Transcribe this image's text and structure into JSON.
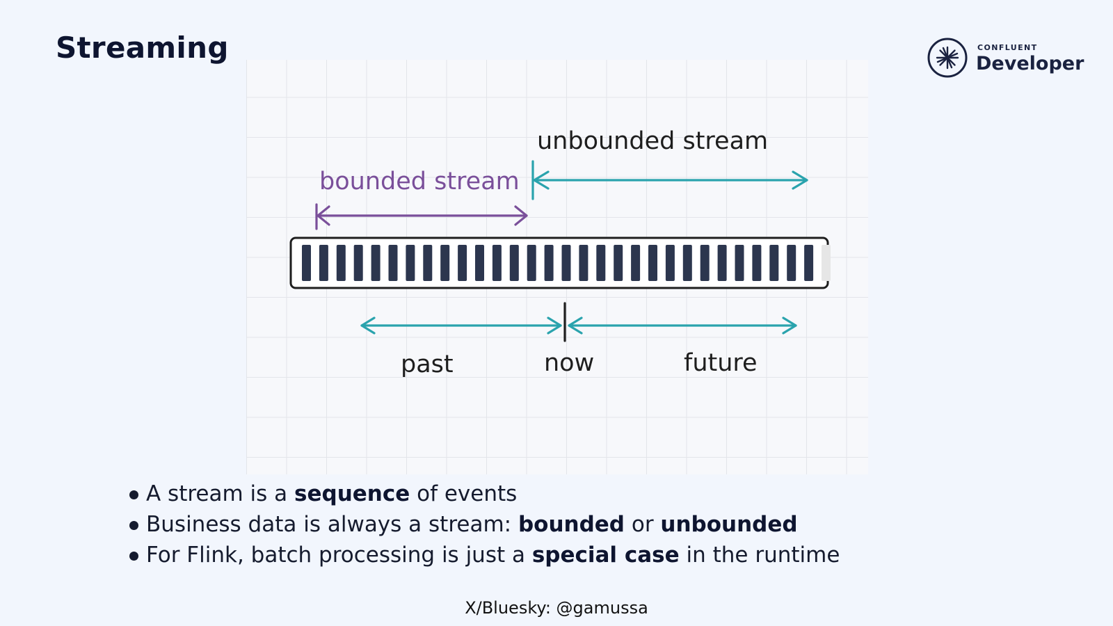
{
  "slide": {
    "title": "Streaming",
    "brand": {
      "small": "CONFLUENT",
      "name": "Developer"
    },
    "footer": "X/Bluesky: @gamussa"
  },
  "diagram": {
    "labels": {
      "unbounded": "unbounded stream",
      "bounded": "bounded stream",
      "past": "past",
      "now": "now",
      "future": "future"
    },
    "event_count": 30,
    "colors": {
      "bounded": "#7a4f9a",
      "unbounded": "#2aa3ad",
      "event": "#2c364e",
      "pending_event": "#e6e6e6",
      "outline": "#1e1e1e"
    }
  },
  "bullets": [
    [
      {
        "t": "A stream is a "
      },
      {
        "t": "sequence",
        "b": true
      },
      {
        "t": " of events"
      }
    ],
    [
      {
        "t": "Business data is always a stream: "
      },
      {
        "t": "bounded",
        "b": true
      },
      {
        "t": " or "
      },
      {
        "t": "unbounded",
        "b": true
      }
    ],
    [
      {
        "t": "For Flink, batch processing is just a "
      },
      {
        "t": "special case",
        "b": true
      },
      {
        "t": " in the runtime"
      }
    ]
  ]
}
